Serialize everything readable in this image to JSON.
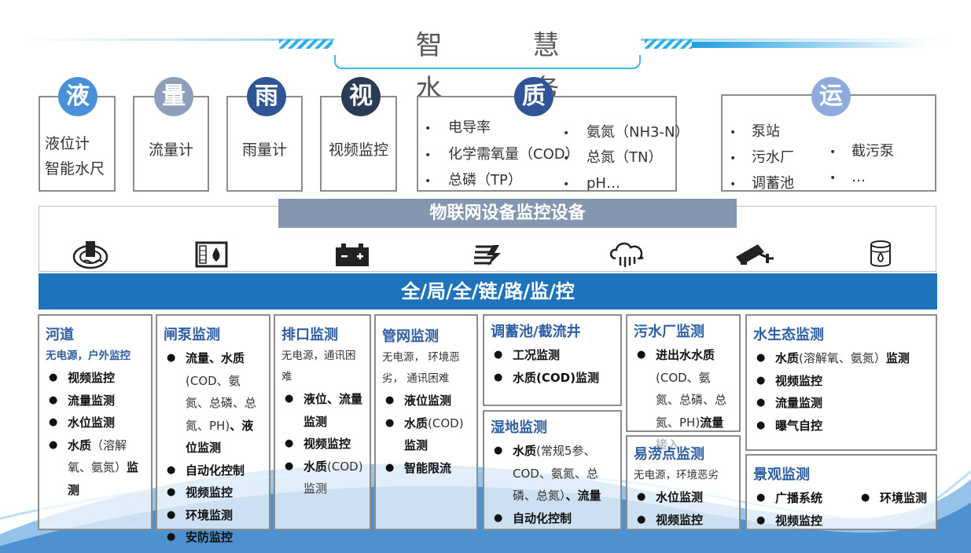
{
  "header": {
    "title": "智 慧 水 务"
  },
  "categories": [
    {
      "char": "液",
      "color": "#4a90d9",
      "items": [
        "液位计",
        "智能水尺"
      ]
    },
    {
      "char": "量",
      "color": "#8ea0b9",
      "items": [
        "流量计"
      ]
    },
    {
      "char": "雨",
      "color": "#2f5597",
      "items": [
        "雨量计"
      ]
    },
    {
      "char": "视",
      "color": "#2b3a55",
      "items": [
        "视频监控"
      ]
    },
    {
      "char": "质",
      "color": "#2f5597",
      "col1": [
        "电导率",
        "化学需氧量（COD）",
        "总磷（TP）"
      ],
      "col2": [
        "氨氮（NH3-N）",
        "总氮（TN）",
        "pH…"
      ]
    },
    {
      "char": "运",
      "color": "#8faadc",
      "col1": [
        "泵站",
        "污水厂",
        "调蓄池"
      ],
      "col2": [
        "截污泵",
        "…"
      ]
    }
  ],
  "iot": {
    "title": "物联网设备监控设备",
    "icons": [
      "water-level-sensor-icon",
      "water-quality-meter-icon",
      "battery-icon",
      "solar-panel-icon",
      "rain-cloud-icon",
      "surveillance-camera-icon",
      "water-tank-icon"
    ]
  },
  "bar": {
    "title": "全/局/全/链/路/监/控"
  },
  "panels": {
    "river": {
      "title": "河道",
      "sub": "无电源，户外监控",
      "items": [
        "视频监控",
        "流量监测",
        "水位监测"
      ],
      "last_a": "水质",
      "last_b": "（溶解氧、氨氮）",
      "last_c": "监测"
    },
    "pump": {
      "title": "闸泵监测",
      "i1_a": "流量、水质",
      "i1_b": "(COD、氨氮、总磷、总氮、PH)",
      "i1_c": "、液位监测",
      "items": [
        "自动化控制",
        "视频监控",
        "环境监测",
        "安防监控"
      ]
    },
    "outlet": {
      "title": "排口监测",
      "sub": "无电源，通讯困难",
      "i1": "液位、流量监测",
      "i2": "视频监控",
      "i3_a": "水质",
      "i3_b": "(COD)监测"
    },
    "pipe": {
      "title": "管网监测",
      "sub": "无电源， 环境恶劣， 通讯困难",
      "i1": "液位监测",
      "i2_a": "水质",
      "i2_b": "(COD)",
      "i2_c": "监测",
      "i3": "智能限流"
    },
    "storage": {
      "title": "调蓄池/截流井",
      "i1": "工况监测",
      "i2_a": "水质",
      "i2_b": "(COD)监测"
    },
    "wetland": {
      "title": "湿地监测",
      "i1_a": "水质",
      "i1_b": "(常规5参、COD、氨氮、总磷、总氮）",
      "i1_c": "、流量",
      "i2": "自动化控制"
    },
    "plant": {
      "title": "污水厂监测",
      "i1_a": "进出水水质",
      "i1_b": "(COD、氨氮、总磷、总氮、PH)",
      "i1_c": "流量接入"
    },
    "flood": {
      "title": "易涝点监测",
      "sub": "无电源，环境恶劣",
      "items": [
        "水位监测",
        "视频监控"
      ]
    },
    "eco": {
      "title": "水生态监测",
      "i1_a": "水质",
      "i1_b": "(溶解氧、氨氮）",
      "i1_c": "监测",
      "items": [
        "视频监控",
        "流量监测",
        "曝气自控"
      ]
    },
    "scenic": {
      "title": "景观监测",
      "items": [
        "广播系统",
        "环境监测",
        "视频监控"
      ]
    }
  },
  "bullet": "●",
  "small_bullet": "•"
}
